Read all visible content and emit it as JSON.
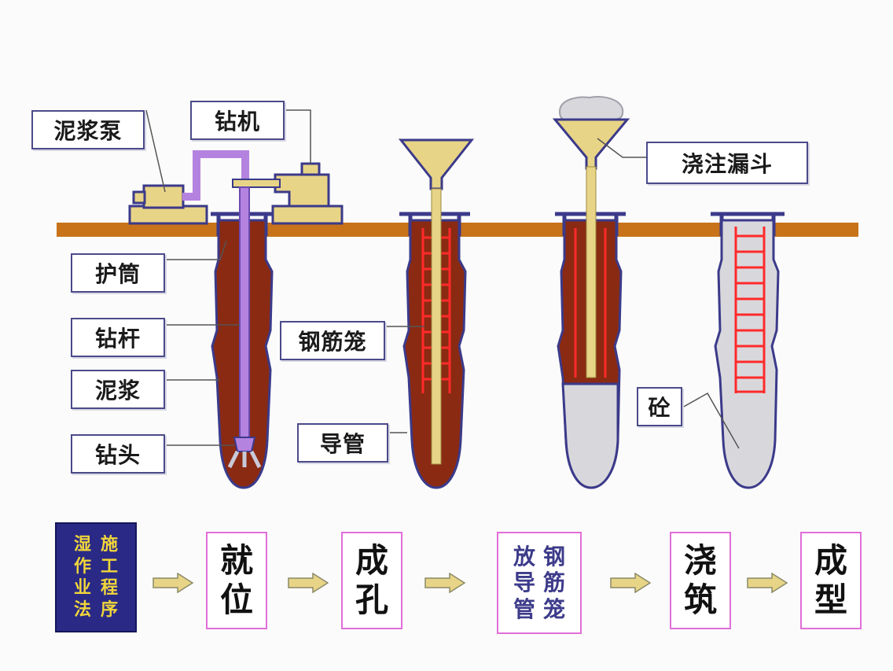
{
  "labels": {
    "mud_pump": "泥浆泵",
    "drill_rig": "钻机",
    "casing": "护筒",
    "drill_rod": "钻杆",
    "mud": "泥浆",
    "drill_bit": "钻头",
    "rebar_cage": "钢筋笼",
    "conduit": "导管",
    "pour_funnel": "浇注漏斗",
    "concrete": "砼"
  },
  "flow": {
    "title_col1": [
      "湿",
      "作",
      "业",
      "法"
    ],
    "title_col2": [
      "施",
      "工",
      "程",
      "序"
    ],
    "step1": [
      "就",
      "位"
    ],
    "step2": [
      "成",
      "孔"
    ],
    "step3_col1": [
      "放",
      "导",
      "管"
    ],
    "step3_col2": [
      "钢",
      "筋",
      "笼"
    ],
    "step4": [
      "浇",
      "筑"
    ],
    "step5": [
      "成",
      "型"
    ]
  },
  "colors": {
    "ground": "#c8731a",
    "mud_fill": "#8a2a12",
    "pipe": "#e8d486",
    "rebar": "#ff2a2a",
    "concrete": "#d8d8dc",
    "drill_rod": "#b483e0",
    "outline": "#4b4a8a"
  },
  "icons": {
    "flow_arrow": "right-arrow-icon"
  }
}
